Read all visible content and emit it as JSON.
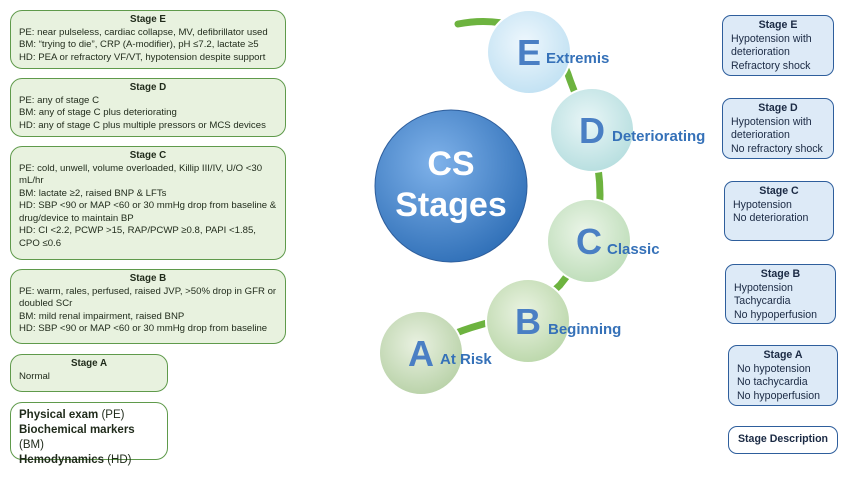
{
  "left_boxes": {
    "stage_e": {
      "title": "Stage E",
      "lines": [
        "PE: near pulseless, cardiac collapse, MV, defibrillator used",
        "BM: “trying to die”, CRP (A-modifier), pH ≤7.2, lactate ≥5",
        "HD: PEA or refractory VF/VT, hypotension despite support"
      ]
    },
    "stage_d": {
      "title": "Stage D",
      "lines": [
        "PE: any of stage C",
        "BM: any of stage C plus deteriorating",
        "HD: any of stage C plus multiple pressors or MCS devices"
      ]
    },
    "stage_c": {
      "title": "Stage C",
      "lines": [
        "PE: cold, unwell, volume overloaded, Killip III/IV, U/O <30 mL/hr",
        "BM: lactate ≥2, raised BNP & LFTs",
        "HD: SBP <90 or MAP <60 or 30 mmHg drop from baseline & drug/device to maintain BP",
        "HD: CI <2.2, PCWP >15, RAP/PCWP ≥0.8, PAPI <1.85,  CPO ≤0.6"
      ]
    },
    "stage_b": {
      "title": "Stage B",
      "lines": [
        "PE: warm, rales, perfused, raised JVP, >50% drop in GFR or doubled SCr",
        "BM: mild renal impairment, raised BNP",
        "HD: SBP <90 or MAP <60 or 30 mmHg drop from baseline"
      ]
    },
    "stage_a": {
      "title": "Stage A",
      "lines": [
        "Normal"
      ]
    }
  },
  "legend": {
    "pe_bold": "Physical exam",
    "pe_abbr": " (PE)",
    "bm_bold": "Biochemical markers",
    "bm_abbr": " (BM)",
    "hd_bold": "Hemodynamics",
    "hd_abbr": " (HD)"
  },
  "center": {
    "line1": "CS",
    "line2": "Stages"
  },
  "circles": {
    "e": {
      "letter": "E",
      "word": "Extremis"
    },
    "d": {
      "letter": "D",
      "word": "Deteriorating"
    },
    "c": {
      "letter": "C",
      "word": "Classic"
    },
    "b": {
      "letter": "B",
      "word": "Beginning"
    },
    "a": {
      "letter": "A",
      "word": "At Risk"
    }
  },
  "right_boxes": {
    "stage_e": {
      "title": "Stage E",
      "lines": [
        "Hypotension with",
        "deterioration",
        "Refractory shock"
      ]
    },
    "stage_d": {
      "title": "Stage D",
      "lines": [
        "Hypotension with",
        "deterioration",
        "No refractory shock"
      ]
    },
    "stage_c": {
      "title": "Stage C",
      "lines": [
        "Hypotension",
        "No deterioration"
      ]
    },
    "stage_b": {
      "title": "Stage B",
      "lines": [
        "Hypotension",
        "Tachycardia",
        "No hypoperfusion"
      ]
    },
    "stage_a": {
      "title": "Stage A",
      "lines": [
        "No hypotension",
        "No tachycardia",
        "No hypoperfusion"
      ]
    },
    "description": "Stage Description"
  },
  "colors": {
    "green_border": "#5f9a4b",
    "green_fill": "#e8f2df",
    "blue_border": "#2e5e9c",
    "blue_fill": "#ddeaf7",
    "arc": "#6db33f",
    "center_circle": "#3f82cc"
  }
}
